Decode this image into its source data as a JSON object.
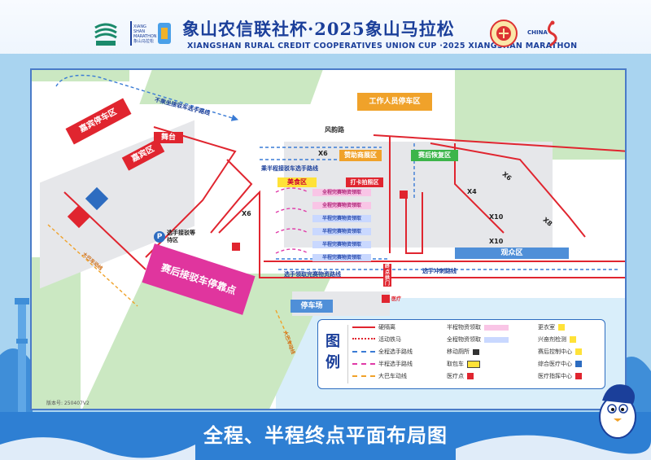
{
  "header": {
    "title_cn": "象山农信联社杯·2025象山马拉松",
    "title_en": "XIANGSHAN RURAL CREDIT COOPERATIVES UNION CUP ·2025 XIANGSHAN MARATHON",
    "marathon_logo_text": "XIANG SHAN MARATHON 象山马拉松",
    "partner_logo_text": "CHINA"
  },
  "map": {
    "zones": {
      "vip_parking": "嘉宾停车区",
      "guest_area": "嘉宾区",
      "stage": "舞台",
      "staff_parking": "工作人员停车区",
      "sponsor_area": "赞助商展区",
      "recovery_area": "赛后恢复区",
      "food_area": "美食区",
      "checkin_area": "打卡拍照区",
      "shuttle_stop": "赛后接驳车停靠点",
      "spectator_area": "观众区",
      "parking_lot": "停车场",
      "waiting_area": "选手接驳等待区"
    },
    "roads": {
      "fengyun_road": "风韵路",
      "no_shuttle_route": "不乘坐接驳车选手路线",
      "half_shuttle_route": "乘半程接驳车选手路线",
      "supply_route": "选手领取完赛物资路线",
      "finish_line": "选手冲刺路线",
      "bus_route_1": "大巴车动线",
      "bus_route_2": "大巴车动线"
    },
    "labels": {
      "finish_gate_vertical": "终点拱门",
      "toilet_x6_a": "X6",
      "toilet_x6_b": "X6",
      "toilet_x6_c": "X6",
      "toilet_x4": "X4",
      "toilet_x10_a": "X10",
      "toilet_x10_b": "X10",
      "toilet_x8": "X8",
      "medical_sign": "医疗"
    },
    "supply_stations": [
      "全程完赛物资领取",
      "全程完赛物资领取",
      "半程完赛物资领取",
      "半程完赛物资领取",
      "半程完赛物资领取",
      "半程完赛物资领取"
    ],
    "version": "版本号: 250407V2"
  },
  "legend": {
    "title": "图例",
    "col1": [
      "硬隔离",
      "活动铁马",
      "全程选手路线",
      "半程选手路线",
      "大巴车动线"
    ],
    "col2": [
      "半程物资领取",
      "全程物资领取",
      "移动厕所",
      "取包车",
      "医疗点"
    ],
    "col3": [
      "更衣室",
      "兴奋剂检测",
      "赛后控制中心",
      "综合医疗中心",
      "医疗指挥中心"
    ]
  },
  "footer": {
    "title": "全程、半程终点平面布局图"
  },
  "colors": {
    "brand_blue": "#1b3f9a",
    "barrier_red": "#e0252f",
    "route_blue": "#3a7bd5",
    "route_pink": "#e03aa8",
    "shuttle_magenta": "#e0359e",
    "zone_orange": "#f0a22a",
    "zone_green": "#3cb54a",
    "spectator_blue": "#4f8fd8",
    "grass": "#cbe8c2",
    "frame": "#a9d4f0"
  }
}
